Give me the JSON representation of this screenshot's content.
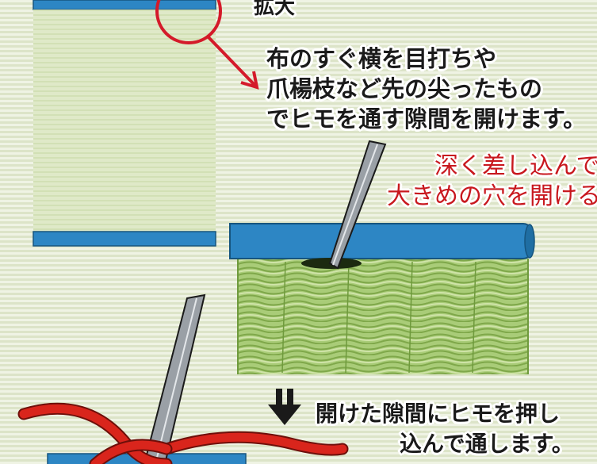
{
  "labels": {
    "top": "拡大",
    "instruction_line1": "布のすぐ横を目打ちや",
    "instruction_line2": "爪楊枝など先の尖ったもの",
    "instruction_line3": "でヒモを通す隙間を開けます。",
    "red_line1": "深く差し込んで",
    "red_line2": "大きめの穴を開ける",
    "bottom_line1": "開けた隙間にヒモを押し",
    "bottom_line2": "込んで通します。"
  },
  "icons": {
    "magnify": "magnify-circle-icon",
    "pointer": "red-arrow-icon",
    "down": "down-arrow-icon"
  },
  "colors": {
    "border_blue": "#2d86c4",
    "tatami_light": "#dde8c6",
    "tatami_weave": "#9cc268",
    "accent_red": "#d41a2a",
    "awl_grey": "#8a8f96",
    "string_red": "#d9251c"
  }
}
